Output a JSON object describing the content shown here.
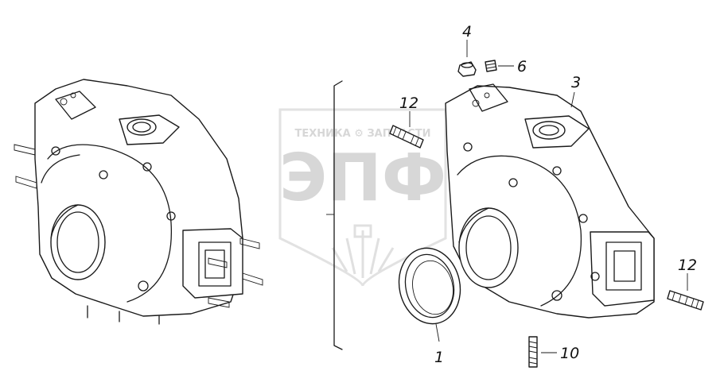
{
  "watermark": {
    "company_line": "ТЕХНИКА ⚙ ЗАПЧАСТИ",
    "logo_letters": "ЭПФ"
  },
  "callouts": [
    {
      "id": "1",
      "label": "1"
    },
    {
      "id": "3",
      "label": "3"
    },
    {
      "id": "4",
      "label": "4"
    },
    {
      "id": "6",
      "label": "6"
    },
    {
      "id": "10",
      "label": "10"
    },
    {
      "id": "12a",
      "label": "12"
    },
    {
      "id": "12b",
      "label": "12"
    }
  ],
  "colors": {
    "line": "#1a1a1a",
    "watermark": "#d7d7d7"
  }
}
